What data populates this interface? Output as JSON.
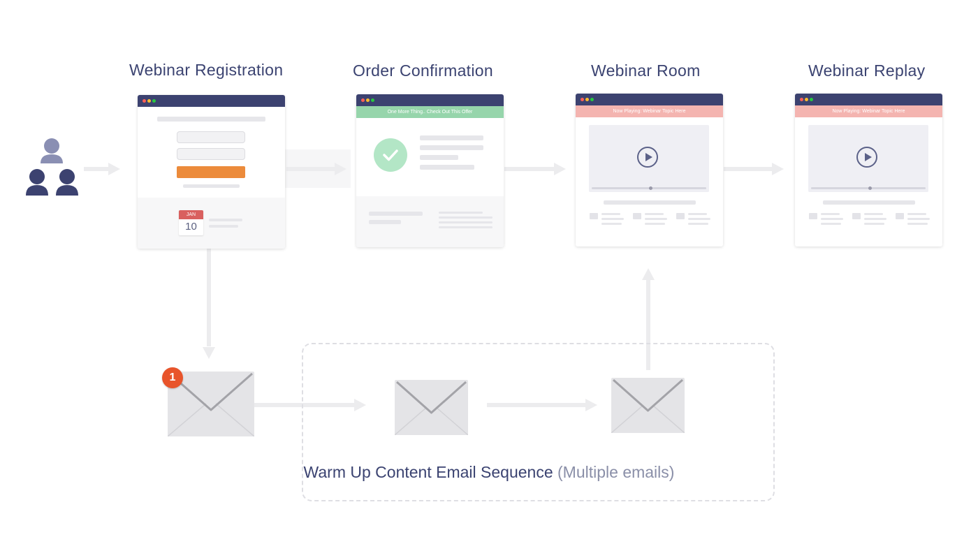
{
  "steps": {
    "registration": {
      "title": "Webinar Registration"
    },
    "confirmation": {
      "title": "Order Confirmation",
      "banner": "One More Thing.. Check Out This Offer"
    },
    "room": {
      "title": "Webinar Room",
      "banner": "Now Playing: Webinar Topic Here"
    },
    "replay": {
      "title": "Webinar Replay",
      "banner": "Now Playing: Webinar Topic Here"
    }
  },
  "calendar": {
    "month": "JAN",
    "day": "10"
  },
  "email_badge": {
    "count": "1"
  },
  "sequence": {
    "label": "Warm Up Content Email Sequence",
    "sublabel": "(Multiple emails)"
  },
  "colors": {
    "title_text": "#3b4371",
    "browser_bar": "#3c4270",
    "cta_button": "#ec8b3b",
    "confirm_banner": "#96d5ab",
    "playing_banner": "#f4b4b0",
    "check_circle": "#b3e6c6",
    "badge": "#e8542b",
    "arrow": "#ececee",
    "person_light": "#8a8fb3",
    "person_dark": "#3c4270"
  },
  "icons": [
    "audience-icon",
    "calendar-icon",
    "check-icon",
    "play-icon",
    "envelope-icon",
    "image-icon",
    "arrow-icon"
  ]
}
